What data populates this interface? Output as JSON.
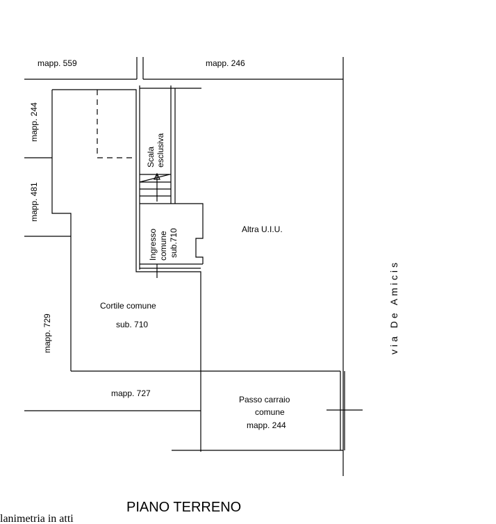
{
  "title": "PIANO TERRENO",
  "footer": "lanimetria in atti",
  "street": "via De Amicis",
  "labels": {
    "mapp_559": "mapp. 559",
    "mapp_246": "mapp. 246",
    "mapp_244_left": "mapp. 244",
    "mapp_481": "mapp. 481",
    "mapp_729": "mapp. 729",
    "mapp_727": "mapp. 727",
    "scala_line1": "Scala",
    "scala_line2": "esclusiva",
    "ingresso_line1": "Ingresso",
    "ingresso_line2": "comune",
    "ingresso_line3": "sub.710",
    "altra_uiu": "Altra U.I.U.",
    "cortile_line1": "Cortile comune",
    "cortile_line2": "sub. 710",
    "passo_line1": "Passo carraio",
    "passo_line2": "comune",
    "passo_line3": "mapp. 244"
  }
}
